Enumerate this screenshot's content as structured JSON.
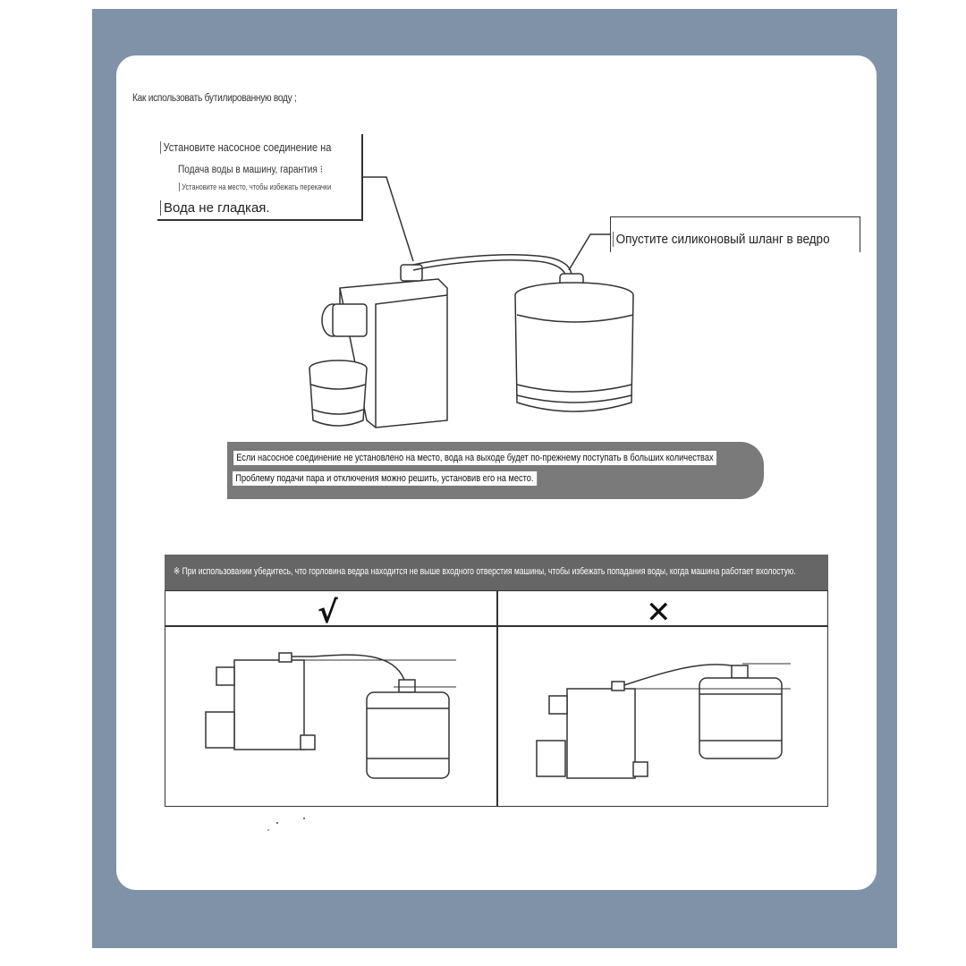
{
  "intro": "Как использовать бутилированную воду",
  "intro_colon": ";",
  "callout_left": {
    "line1": "Установите насосное соединение на",
    "line2": "Подача воды в машину, гарантия",
    "line2_mark": "⁝",
    "line3": "Установите на место, чтобы избежать перекачки",
    "line4": "Вода не гладкая."
  },
  "callout_right": "Опустите силиконовый шланг в ведро",
  "note": {
    "line1": "Если насосное соединение не установлено на место, вода на выходе будет по-прежнему поступать в больших количествах",
    "line2": "Проблему подачи пара и отключения можно решить, установив его на место."
  },
  "warning": "※ При использовании убедитесь, что горловина ведра находится не выше входного отверстия машины, чтобы избежать попадания воды, когда машина работает вхолостую.",
  "compare": {
    "correct_mark": "√",
    "wrong_mark": "✕"
  },
  "colors": {
    "frame": "#7f92a7",
    "card": "#ffffff",
    "note_bg": "#7a7a7a",
    "warning_bg": "#666666",
    "line": "#333333"
  },
  "icons": [
    "water-dispenser-icon",
    "cup-icon",
    "bucket-icon",
    "hose-icon",
    "check-icon",
    "cross-icon"
  ]
}
